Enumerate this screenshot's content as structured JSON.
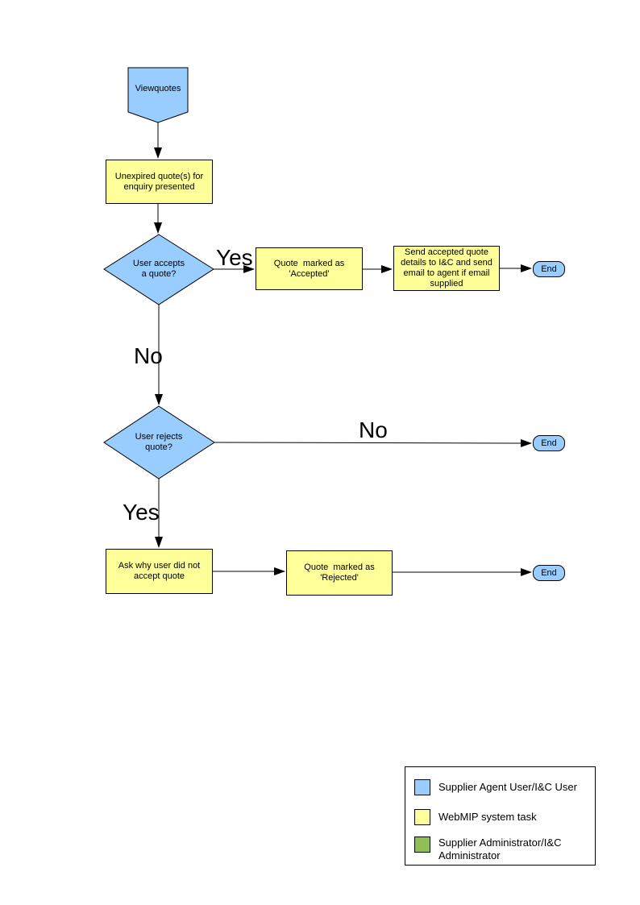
{
  "colors": {
    "actor_blue": "#99CCFF",
    "task_yellow": "#FFFF99",
    "admin_green": "#8FBF55",
    "line_black": "#000000"
  },
  "flowchart": {
    "start_label": "Viewquotes",
    "task_unexpired": "Unexpired quote(s) for\nenquiry presented",
    "decision_accepts": "User accepts\na quote?",
    "task_accepted": "Quote  marked as\n'Accepted'",
    "task_send_details": "Send accepted quote\ndetails to I&C and send\nemail to agent if email\nsupplied",
    "decision_rejects": "User rejects\nquote?",
    "task_ask_why": "Ask why user did not\naccept quote",
    "task_rejected": "Quote  marked as\n'Rejected'",
    "end_label": "End",
    "edge_yes_accepts": "Yes",
    "edge_no_accepts": "No",
    "edge_no_rejects": "No",
    "edge_yes_rejects": "Yes"
  },
  "legend": {
    "items": [
      {
        "label": "Supplier Agent User/I&C User",
        "color": "#99CCFF"
      },
      {
        "label": "WebMIP system task",
        "color": "#FFFF99"
      },
      {
        "label": "Supplier Administrator/I&C\nAdministrator",
        "color": "#8FBF55"
      }
    ]
  }
}
